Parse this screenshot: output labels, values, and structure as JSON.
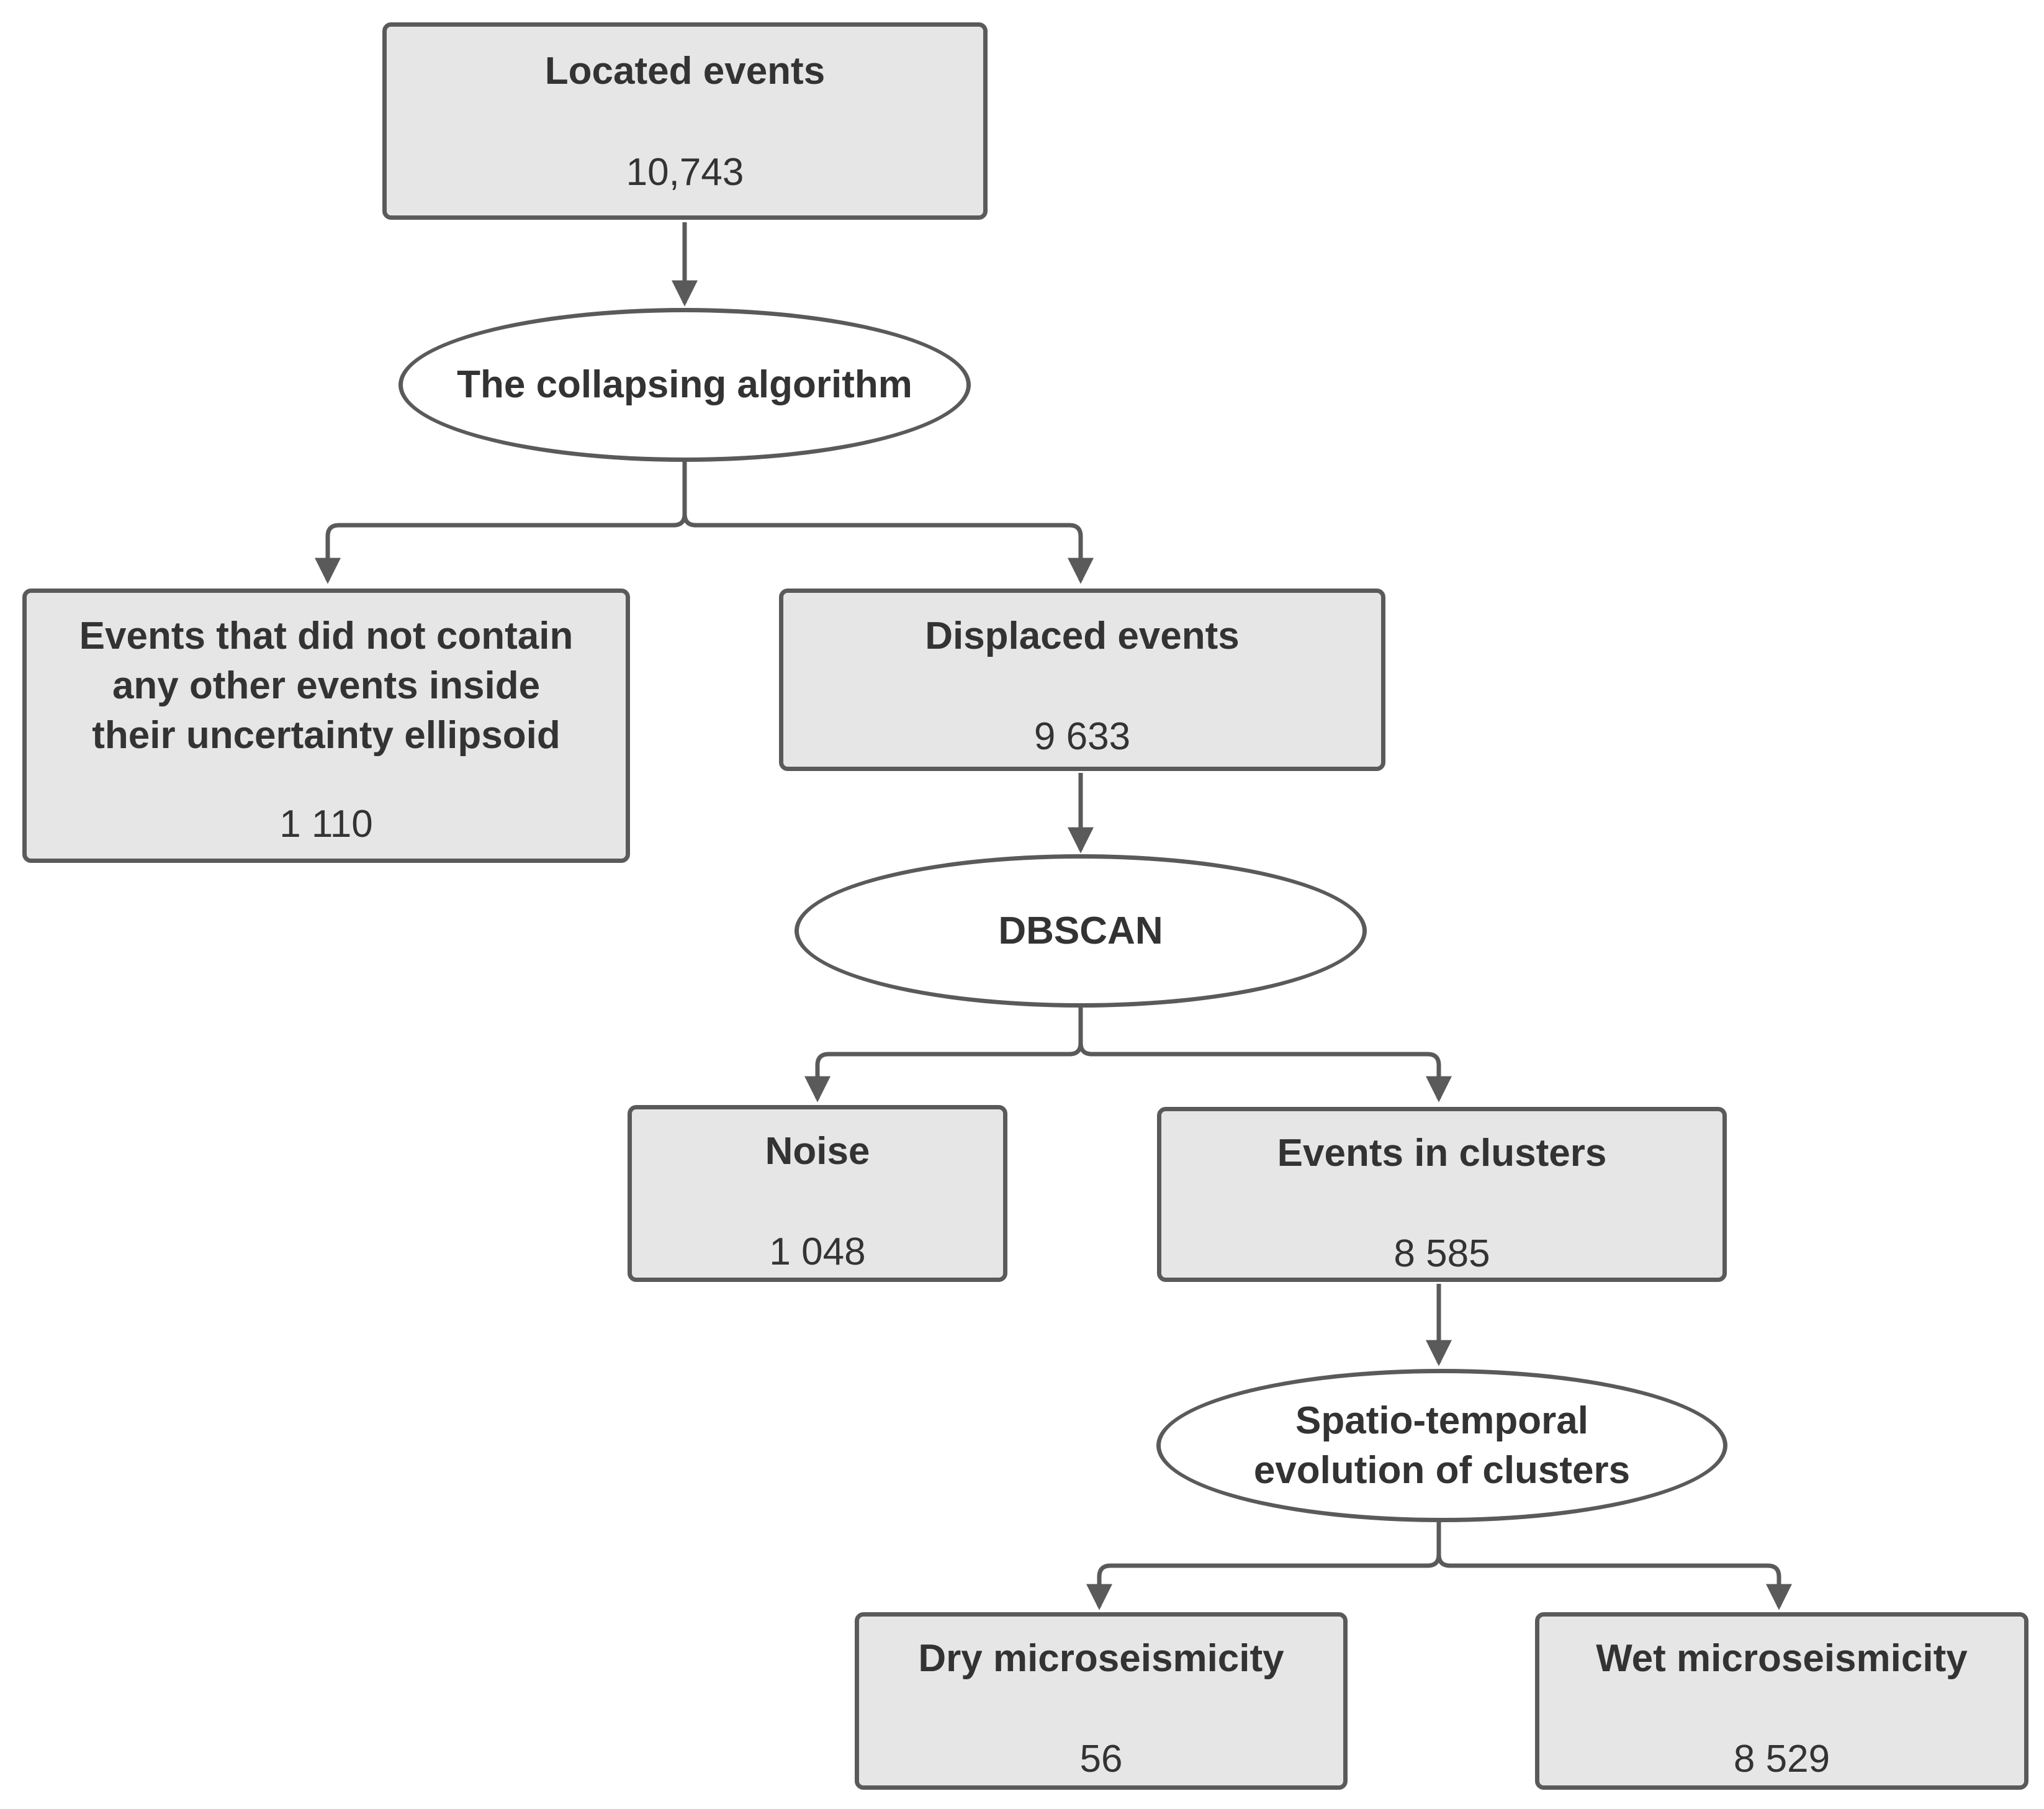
{
  "nodes": {
    "located_events": {
      "title": "Located events",
      "count": "10,743"
    },
    "collapsing_algorithm": {
      "label": "The collapsing algorithm"
    },
    "no_other_events": {
      "title_lines": [
        "Events that did not contain",
        "any other events inside",
        "their uncertainty ellipsoid"
      ],
      "count": "1 110"
    },
    "displaced_events": {
      "title": "Displaced events",
      "count": "9 633"
    },
    "dbscan": {
      "label": "DBSCAN"
    },
    "noise": {
      "title": "Noise",
      "count": "1 048"
    },
    "events_in_clusters": {
      "title": "Events in clusters",
      "count": "8 585"
    },
    "spatio_temporal": {
      "label_lines": [
        "Spatio-temporal",
        "evolution of clusters"
      ]
    },
    "dry_microseismicity": {
      "title": "Dry microseismicity",
      "count": "56"
    },
    "wet_microseismicity": {
      "title": "Wet microseismicity",
      "count": "8 529"
    }
  },
  "colors": {
    "box_fill": "#e6e6e6",
    "border": "#5a5a5a",
    "text": "#333333",
    "ellipse_fill": "#ffffff"
  }
}
